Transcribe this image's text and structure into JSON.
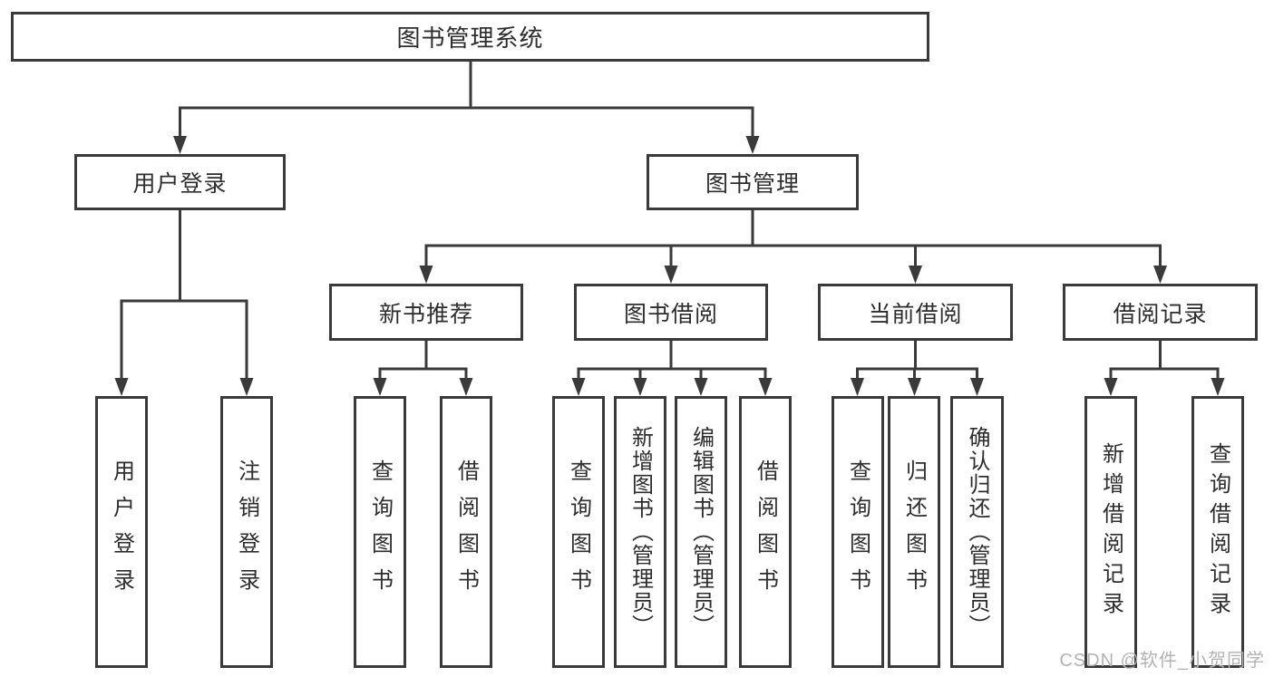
{
  "diagram": {
    "title": "图书管理系统",
    "colors": {
      "line": "#3a3a3a",
      "border": "#3a3a3a",
      "text": "#2d2d2d",
      "watermark": "#b3b3b3",
      "background": "#ffffff"
    },
    "nodes": {
      "root": {
        "label": "图书管理系统"
      },
      "user_login": {
        "label": "用户登录"
      },
      "book_mgmt": {
        "label": "图书管理"
      },
      "new_book_rec": {
        "label": "新书推荐"
      },
      "book_borrow": {
        "label": "图书借阅"
      },
      "current_borrow": {
        "label": "当前借阅"
      },
      "borrow_record": {
        "label": "借阅记录"
      },
      "leaf_user_login": {
        "label": "用户登录"
      },
      "leaf_logout": {
        "label": "注销登录"
      },
      "leaf_query_book_rec": {
        "label": "查询图书"
      },
      "leaf_borrow_book_rec": {
        "label": "借阅图书"
      },
      "leaf_query_book_borrow": {
        "label": "查询图书"
      },
      "leaf_add_book": {
        "label": "新增图书（管理员）"
      },
      "leaf_edit_book": {
        "label": "编辑图书（管理员）"
      },
      "leaf_borrow_book": {
        "label": "借阅图书"
      },
      "leaf_query_book_current": {
        "label": "查询图书"
      },
      "leaf_return_book": {
        "label": "归还图书"
      },
      "leaf_confirm_return": {
        "label": "确认归还（管理员）"
      },
      "leaf_add_record": {
        "label": "新增借阅记录"
      },
      "leaf_query_record": {
        "label": "查询借阅记录"
      }
    },
    "watermark": "CSDN @软件_小贺同学"
  }
}
